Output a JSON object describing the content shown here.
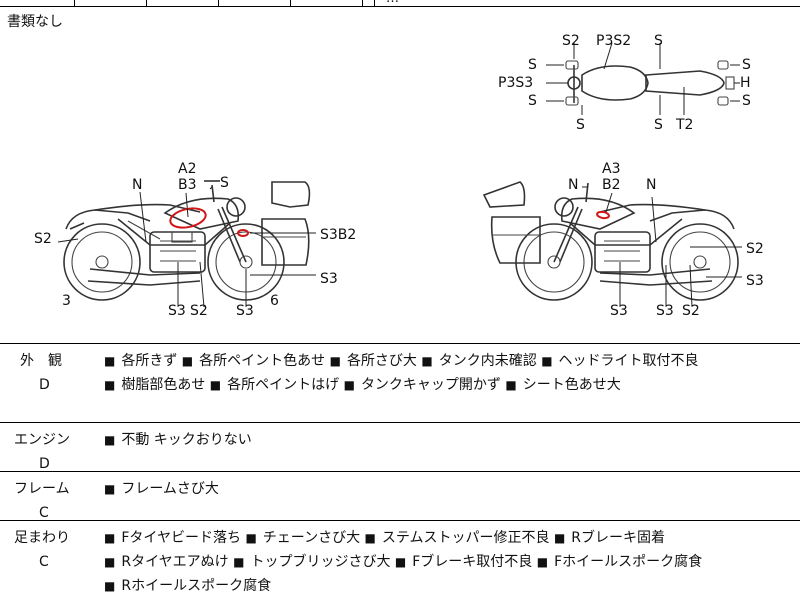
{
  "top_strip_text": "…",
  "document_status": "書類なし",
  "diagram": {
    "left_view": {
      "labels": {
        "A2": "A2",
        "B3": "B3",
        "S_top": "S",
        "N": "N",
        "S2_rear": "S2",
        "S3B2": "S3B2",
        "S3_right": "S3",
        "n3": "3",
        "n6": "6",
        "S3_b1": "S3",
        "S2_b": "S2",
        "S3_b2": "S3"
      }
    },
    "right_view": {
      "labels": {
        "A3": "A3",
        "N_top": "N",
        "B2": "B2",
        "N": "N",
        "S2_upper": "S2",
        "S3_right": "S3",
        "S3_b1": "S3",
        "S3_b2": "S3",
        "S2_b": "S2"
      }
    },
    "top_view": {
      "labels": {
        "S2": "S2",
        "P3S2": "P3S2",
        "S_top_r": "S",
        "S_l1": "S",
        "P3S3": "P3S3",
        "S_l2": "S",
        "S_bottom_l": "S",
        "S_bottom_m": "S",
        "T2": "T2",
        "S_r1": "S",
        "H": "H",
        "S_r2": "S"
      }
    }
  },
  "grades": [
    {
      "category": "外　観",
      "grade": "D",
      "items": [
        "各所きず",
        "各所ペイント色あせ",
        "各所さび大",
        "タンク内未確認",
        "ヘッドライト取付不良",
        "樹脂部色あせ",
        "各所ペイントはげ",
        "タンクキャップ開かず",
        "シート色あせ大"
      ]
    },
    {
      "category": "エンジン",
      "grade": "D",
      "items": [
        "不動 キックおりない"
      ]
    },
    {
      "category": "フレーム",
      "grade": "C",
      "items": [
        "フレームさび大"
      ]
    },
    {
      "category": "足まわり",
      "grade": "C",
      "items": [
        "Fタイヤビード落ち",
        "チェーンさび大",
        "ステムストッパー修正不良",
        "Rブレーキ固着",
        "Rタイヤエアぬけ",
        "トップブリッジさび大",
        "Fブレーキ取付不良",
        "Fホイールスポーク腐食",
        "Rホイールスポーク腐食"
      ]
    }
  ],
  "bullet": "■",
  "colors": {
    "damage": "#d01818",
    "border": "#000000"
  }
}
